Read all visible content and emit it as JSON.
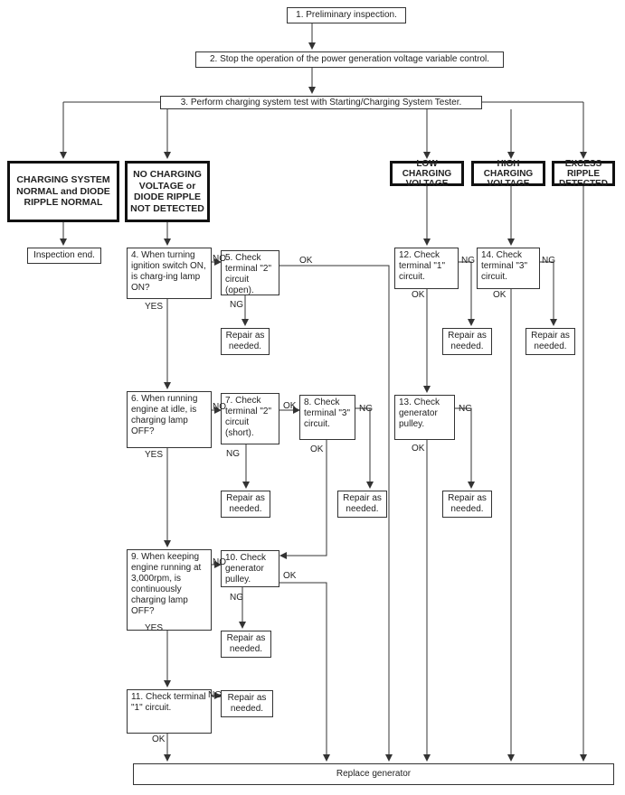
{
  "steps": {
    "s1": "1. Preliminary inspection.",
    "s2": "2. Stop the operation of the power generation voltage variable control.",
    "s3": "3. Perform charging system test with Starting/Charging System Tester.",
    "s4": "4. When turning ignition switch ON, is charg-ing lamp ON?",
    "s5": "5. Check terminal \"2\" circuit (open).",
    "s6": "6. When running engine at idle, is charging lamp OFF?",
    "s7": "7. Check terminal \"2\" circuit (short).",
    "s8": "8. Check terminal \"3\" circuit.",
    "s9": "9. When keeping engine running at 3,000rpm, is continuously charging lamp OFF?",
    "s10": "10. Check generator pulley.",
    "s11": "11. Check terminal \"1\" circuit.",
    "s12": "12. Check terminal \"1\" circuit.",
    "s13": "13. Check generator pulley.",
    "s14": "14. Check terminal \"3\" circuit."
  },
  "results": {
    "normal": "CHARGING SYSTEM NORMAL and DIODE RIPPLE NORMAL",
    "no_charging": "NO CHARGING VOLTAGE or DIODE RIPPLE NOT DETECTED",
    "low": "LOW CHARGING VOLTAGE",
    "high": "HIGH CHARGING VOLTAGE",
    "excess": "EXCESS RIPPLE DETECTED"
  },
  "actions": {
    "inspection_end": "Inspection end.",
    "repair": "Repair as needed.",
    "replace": "Replace generator"
  },
  "labels": {
    "ok": "OK",
    "ng": "NG",
    "yes": "YES",
    "no": "NO"
  }
}
